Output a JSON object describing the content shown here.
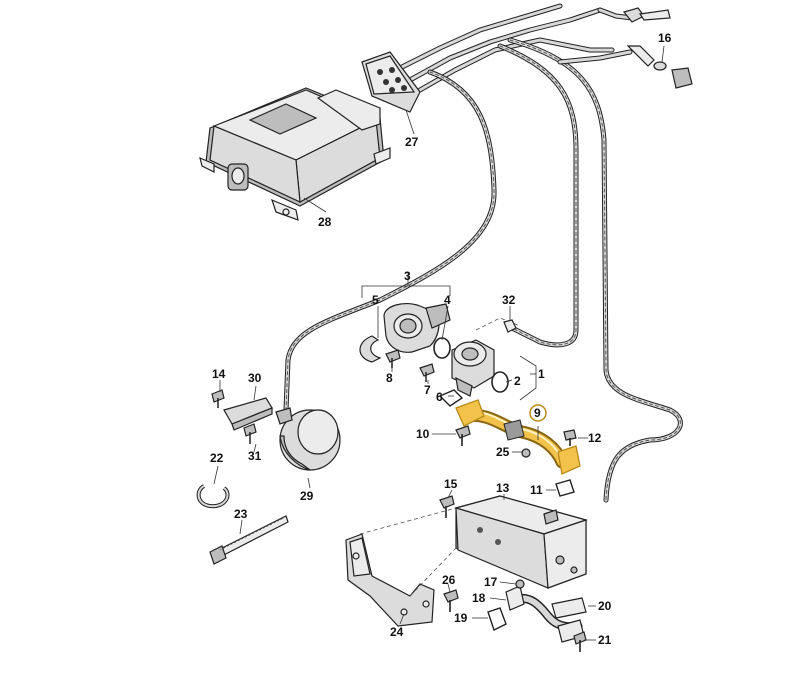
{
  "labels": {
    "p1": "1",
    "p2": "2",
    "p3": "3",
    "p4": "4",
    "p5": "5",
    "p6": "6",
    "p7": "7",
    "p8": "8",
    "p9": "9",
    "p10": "10",
    "p11": "11",
    "p12": "12",
    "p13": "13",
    "p14": "14",
    "p15": "15",
    "p16": "16",
    "p17": "17",
    "p18": "18",
    "p19": "19",
    "p20": "20",
    "p21": "21",
    "p22": "22",
    "p23": "23",
    "p24": "24",
    "p25": "25",
    "p26": "26",
    "p27": "27",
    "p28": "28",
    "p29": "29",
    "p30": "30",
    "p31": "31",
    "p32": "32"
  },
  "colors": {
    "highlight": "#f2c24a",
    "highlight_stroke": "#b98a1a"
  }
}
